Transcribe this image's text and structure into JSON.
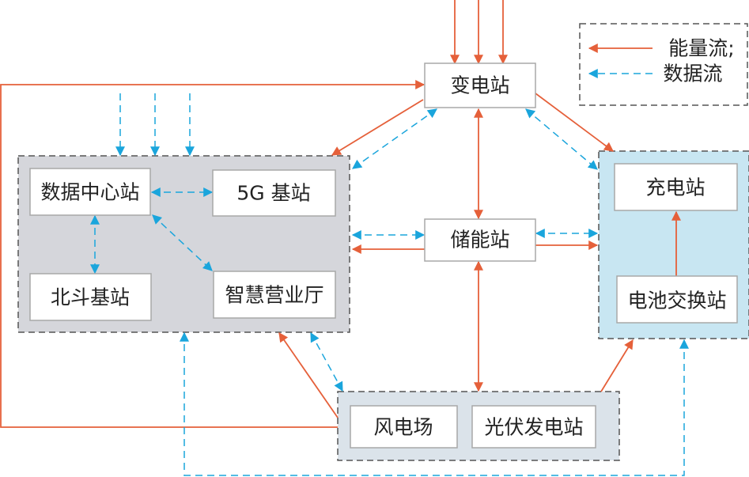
{
  "colors": {
    "energy": "#e5603a",
    "data": "#1aa5dc",
    "grid_group": "#d5d6db",
    "charging_group": "#c8e6f2",
    "generation_group": "#dbe3ea"
  },
  "legend": {
    "energy_flow": "能量流;",
    "data_flow": "数据流"
  },
  "nodes": {
    "substation": "变电站",
    "data_center": "数据中心站",
    "base_5g": "5G 基站",
    "beidou": "北斗基站",
    "smart_hall": "智慧营业厅",
    "storage": "储能站",
    "charging": "充电站",
    "battery_swap": "电池交换站",
    "wind_farm": "风电场",
    "pv_station": "光伏发电站"
  }
}
